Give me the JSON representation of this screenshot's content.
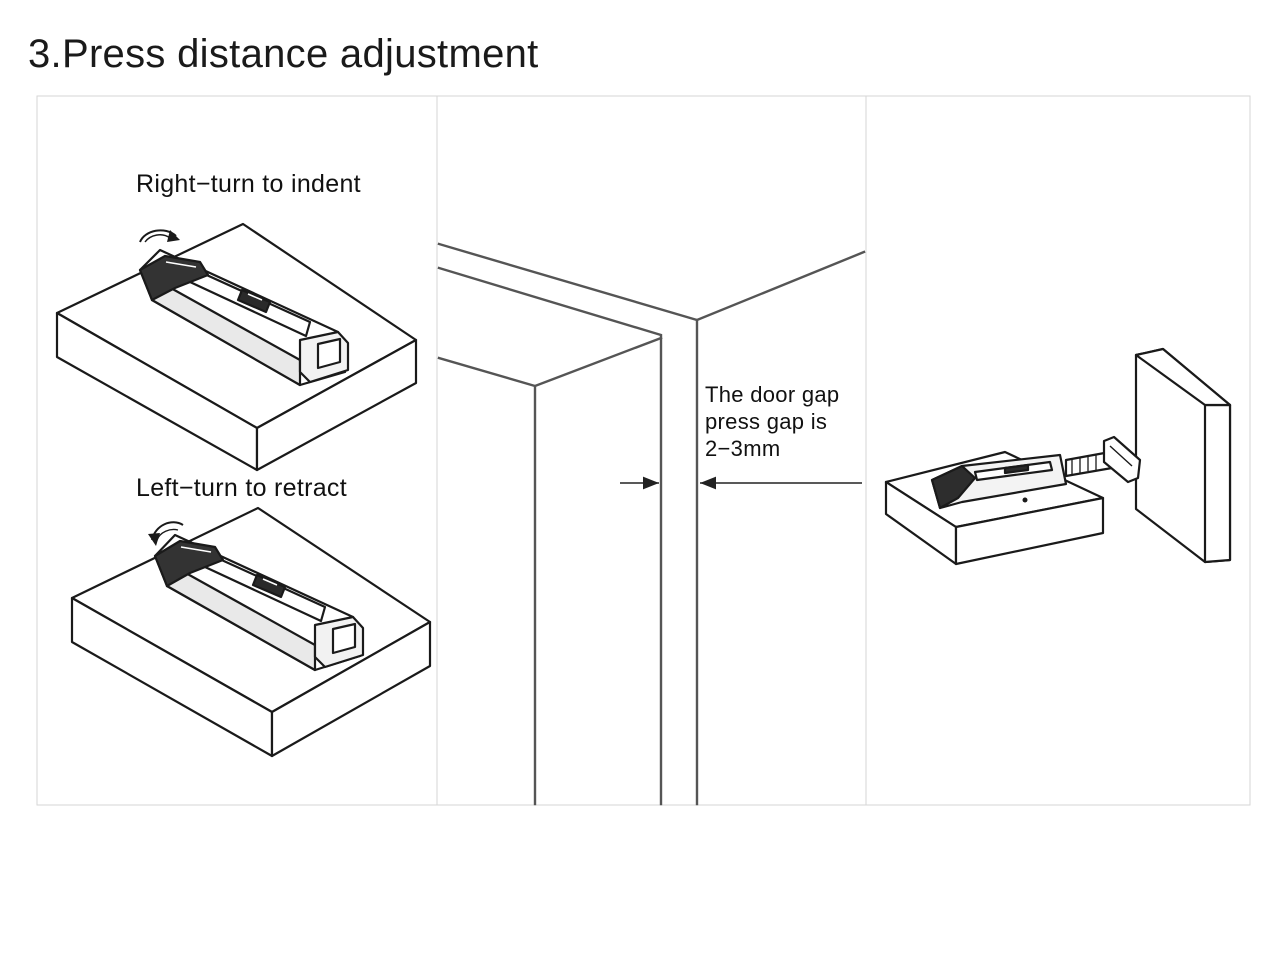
{
  "title": "3.Press distance adjustment",
  "panels": [
    {
      "labels": {
        "top": "Right−turn to indent",
        "bottom": "Left−turn to retract"
      }
    },
    {
      "note_lines": [
        "The door gap",
        "press gap is",
        "2−3mm"
      ]
    },
    {}
  ]
}
